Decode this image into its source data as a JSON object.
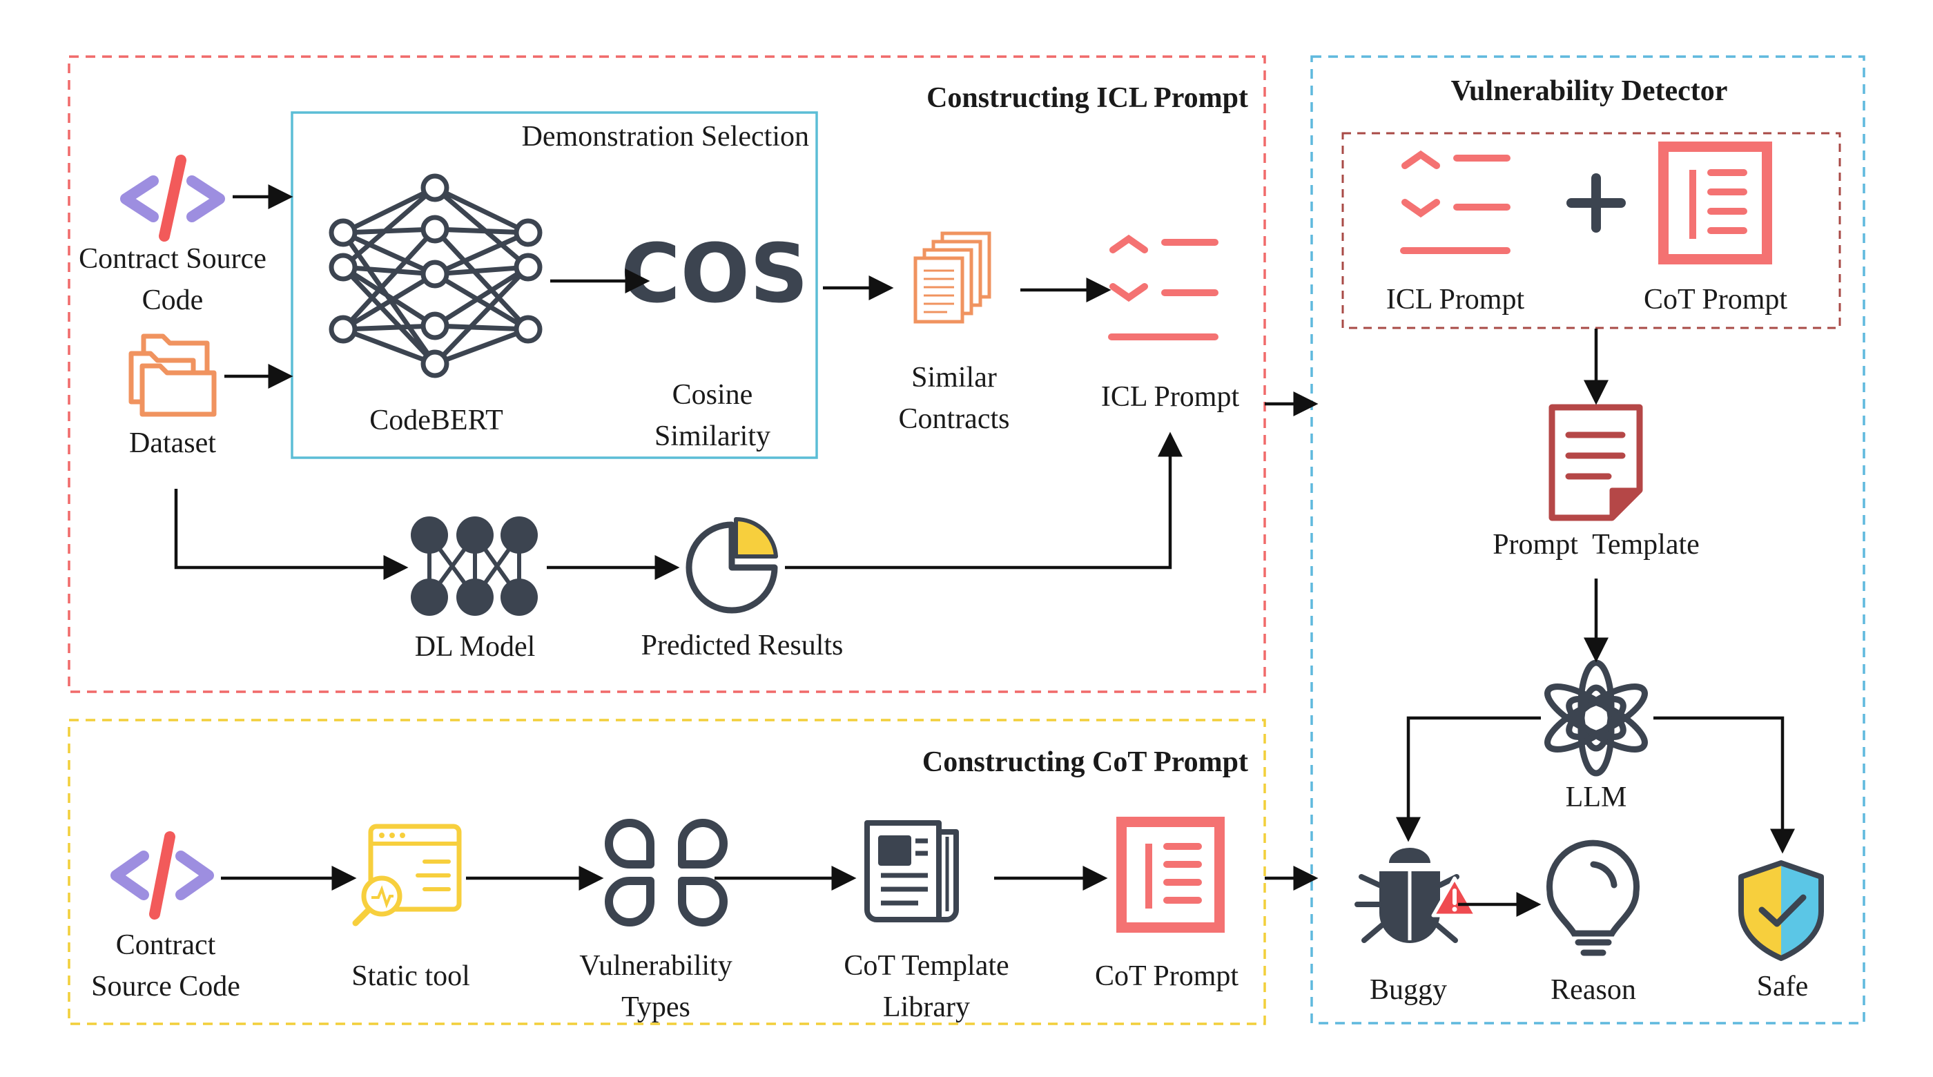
{
  "colors": {
    "icl_region": "#f06a6a",
    "cot_region": "#f2cf3a",
    "detector_region": "#5fb9dd",
    "demo_box": "#5bbdd6",
    "combo_box": "#a84a46",
    "code_slash": "#f25a5a",
    "code_brackets": "#9d8ee0",
    "dataset_orange": "#f0935f",
    "prompt_red": "#f47272",
    "dark_icon": "#3c4450",
    "yellow": "#f7cf3d",
    "shield_blue": "#5bc6e6",
    "warning_red": "#ef4b50",
    "template_red": "#b54747"
  },
  "icons": [
    "code-icon",
    "folder-icon",
    "neural-network-icon",
    "cos-text",
    "documents-icon",
    "icl-prompt-icon",
    "dl-model-icon",
    "pie-chart-icon",
    "static-tool-icon",
    "vulnerability-types-icon",
    "newspaper-icon",
    "cot-prompt-icon",
    "prompt-template-icon",
    "llm-icon",
    "bug-icon",
    "lightbulb-icon",
    "shield-icon",
    "plus-icon"
  ],
  "icl_section": {
    "title": "Constructing ICL Prompt",
    "demo_box_title": "Demonstration Selection",
    "contract_source_code": [
      "Contract Source",
      "Code"
    ],
    "dataset": "Dataset",
    "codebert": "CodeBERT",
    "cos_symbol": "COS",
    "cosine_similarity": [
      "Cosine",
      "Similarity"
    ],
    "similar_contracts": [
      "Similar",
      "Contracts"
    ],
    "icl_prompt": "ICL Prompt",
    "dl_model": "DL Model",
    "predicted_results": "Predicted Results"
  },
  "cot_section": {
    "title": "Constructing CoT Prompt",
    "contract_source_code": [
      "Contract",
      "Source Code"
    ],
    "static_tool": "Static tool",
    "vulnerability_types": [
      "Vulnerability",
      "Types"
    ],
    "cot_template_library": [
      "CoT Template",
      "Library"
    ],
    "cot_prompt": "CoT Prompt"
  },
  "detector_section": {
    "title": "Vulnerability Detector",
    "icl_prompt": "ICL Prompt",
    "cot_prompt": "CoT Prompt",
    "prompt_template": "Prompt  Template",
    "llm": "LLM",
    "buggy": "Buggy",
    "reason": "Reason",
    "safe": "Safe"
  }
}
